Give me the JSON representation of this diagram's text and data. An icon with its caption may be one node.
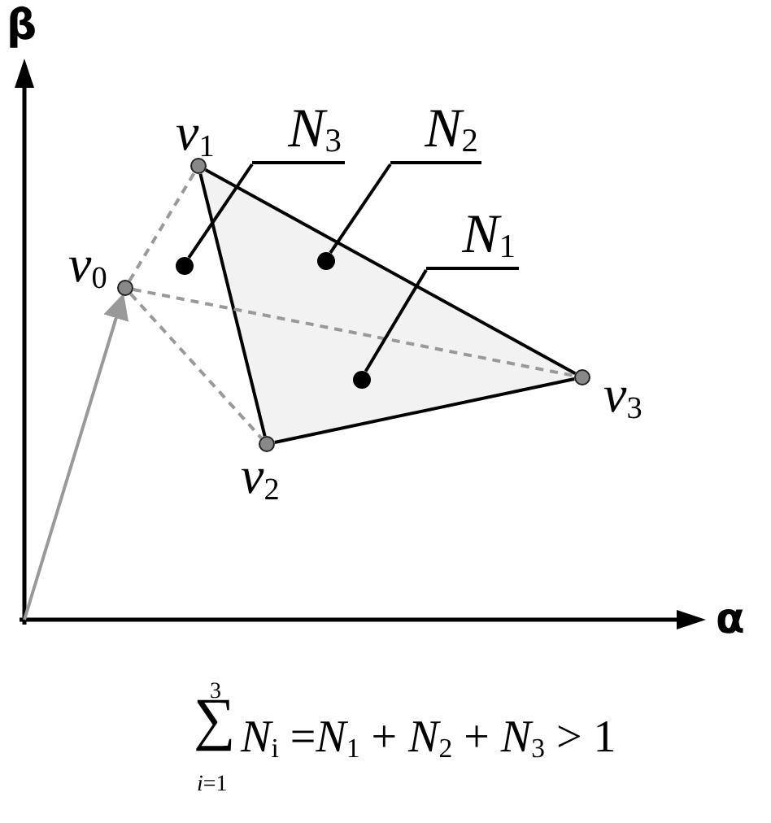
{
  "diagram": {
    "nodes": [
      {
        "text": [],
        "shape": "circle",
        "beside": [
          "*v*$_{0}$"
        ]
      },
      {
        "text": [],
        "shape": "circle",
        "beside": [
          "*v*$_{1}$"
        ]
      },
      {
        "text": [],
        "shape": "circle",
        "beside": [
          "*v*$_{2}$"
        ]
      },
      {
        "text": [],
        "shape": "circle",
        "beside": [
          "*v*$_{3}$"
        ]
      },
      {
        "text": [
          "*N*$_{3}$"
        ]
      },
      {
        "text": [
          "*N*$_{2}$"
        ]
      },
      {
        "text": [
          "*N*$_{1}$"
        ]
      },
      {
        "text": [],
        "shape": "circle"
      },
      {
        "text": [],
        "shape": "circle"
      },
      {
        "text": [],
        "shape": "circle"
      }
    ],
    "edges": [
      {
        "from": 1,
        "to": 2,
        "arrow": "none"
      },
      {
        "from": 2,
        "to": 3,
        "arrow": "none"
      },
      {
        "from": 3,
        "to": 1,
        "arrow": "none"
      },
      {
        "from": 0,
        "to": 1,
        "arrow": "none",
        "style": "dashed",
        "color": "#999999"
      },
      {
        "from": 0,
        "to": 2,
        "arrow": "none",
        "style": "dashed",
        "color": "#999999"
      },
      {
        "from": 0,
        "to": 3,
        "arrow": "none",
        "style": "dashed",
        "color": "#999999"
      },
      {
        "from": null,
        "to": 0,
        "arrow": "to",
        "color": "#999999"
      },
      {
        "from": 4,
        "to": 7,
        "arrow": "none"
      },
      {
        "from": 5,
        "to": 8,
        "arrow": "none"
      },
      {
        "from": 6,
        "to": 9,
        "arrow": "none"
      }
    ],
    "labels": [
      "β",
      "α",
      "3",
      "∑",
      "*N*$_{i}$ =*N*$_{1}$ + *N*$_{2}$ + *N*$_{3}$ > 1",
      "*i*=1"
    ]
  }
}
